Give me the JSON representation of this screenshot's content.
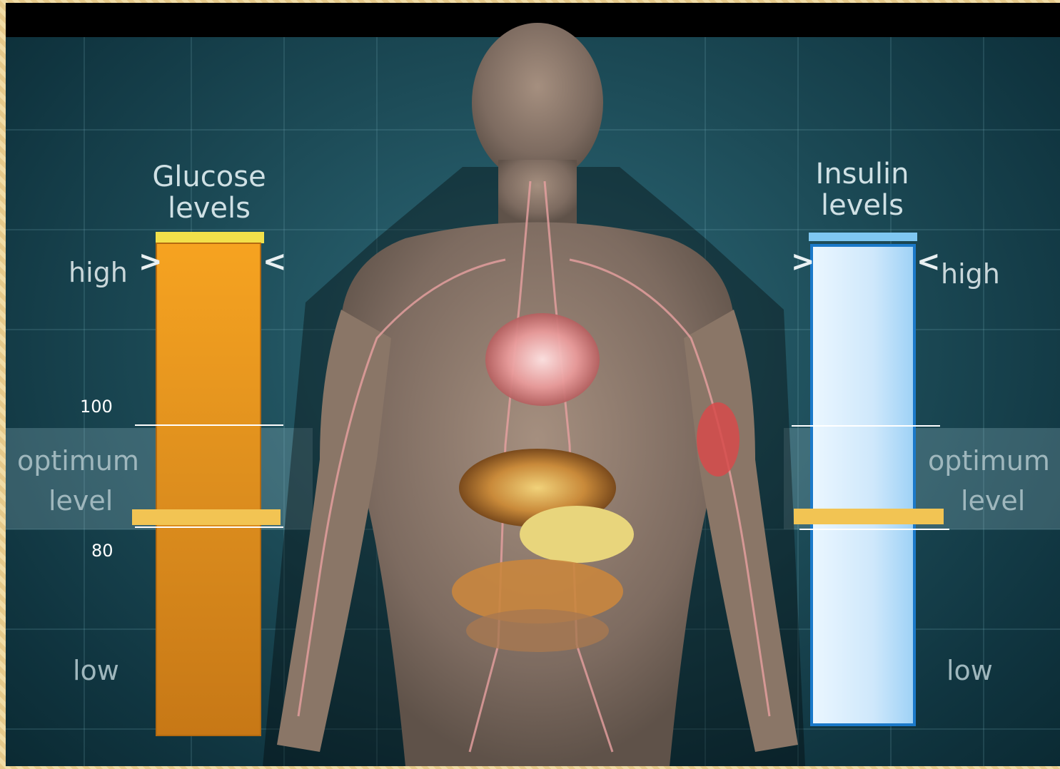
{
  "glucose": {
    "title_line1": "Glucose",
    "title_line2": "levels",
    "high": "high",
    "optimum_line1": "optimum",
    "optimum_line2": "level",
    "low": "low",
    "upper_value": "100",
    "lower_value": "80",
    "bar_color": "#e0901e"
  },
  "insulin": {
    "title_line1": "Insulin",
    "title_line2": "levels",
    "high": "high",
    "optimum_line1": "optimum",
    "optimum_line2": "level",
    "low": "low",
    "bar_color": "#cfe8fb"
  },
  "marker_color": "#f2c453"
}
